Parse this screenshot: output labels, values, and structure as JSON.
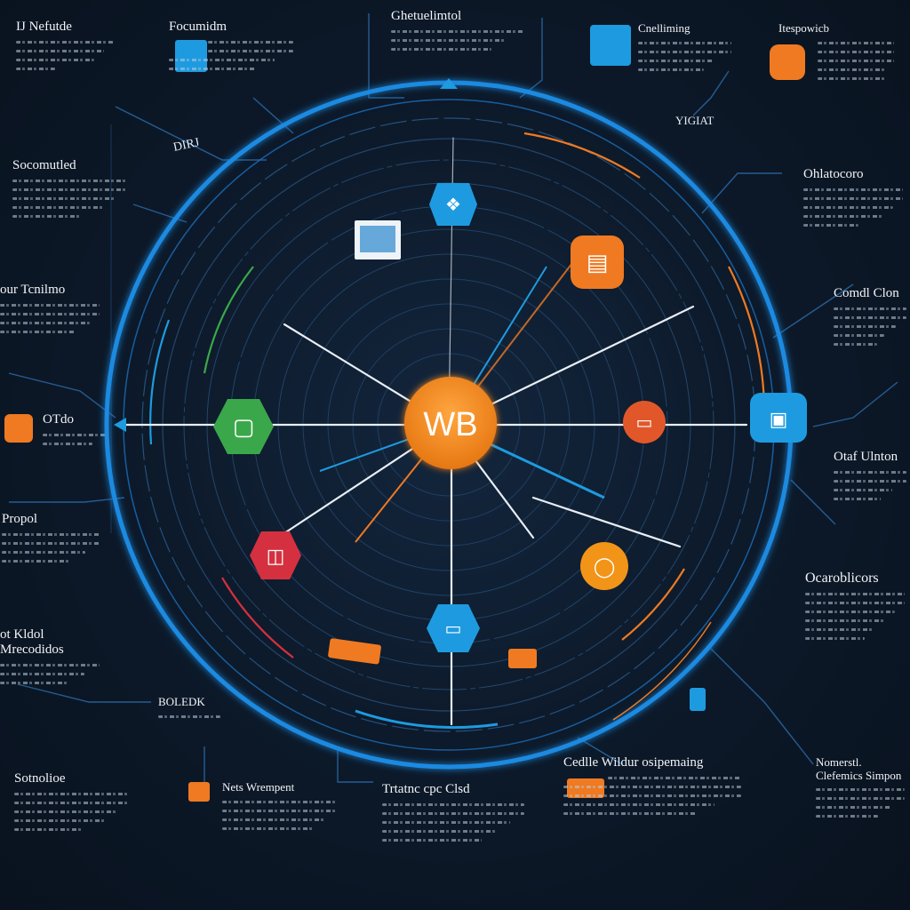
{
  "center": {
    "label": "WB",
    "color": "#f28c1e"
  },
  "palette": {
    "blue": "#1e9be0",
    "orange": "#ef7a22",
    "green": "#3aa84a",
    "red": "#d5303f",
    "ring": "#1b7fd4"
  },
  "nodes": [
    {
      "id": "top",
      "color": "#1e9be0",
      "icon": "puzzle-icon"
    },
    {
      "id": "upper-right",
      "color": "#ef7a22",
      "icon": "document-icon"
    },
    {
      "id": "right",
      "color": "#e2572a",
      "icon": "monitor-icon"
    },
    {
      "id": "far-right",
      "color": "#1e9be0",
      "icon": "chat-icon"
    },
    {
      "id": "lower-right",
      "color": "#f29418",
      "icon": "bulb-icon"
    },
    {
      "id": "bottom",
      "color": "#1e9be0",
      "icon": "laptop-icon"
    },
    {
      "id": "lower-left",
      "color": "#d5303f",
      "icon": "chart-icon"
    },
    {
      "id": "left",
      "color": "#3aa84a",
      "icon": "chat-bubble-icon"
    },
    {
      "id": "upper-left",
      "color": "#eef3f8",
      "icon": "screenshot-icon"
    }
  ],
  "panels": {
    "top_left": "IJ Nefutde",
    "top_mid_left": "Focumidm",
    "top_center": "Ghetuelimtol",
    "top_mid_right": "Cnelliming",
    "top_right": "Itespowicb",
    "left_1": "Socomutled",
    "left_2": "our Tcnilmo",
    "left_3": "OTdo",
    "left_4": "Propol",
    "left_5": "ot Kldol",
    "left_5b": "Mrecodidos",
    "left_6": "BOLEDK",
    "right_1": "Ohlatocoro",
    "right_2": "Comdl Clon",
    "right_3": "Otaf Ulnton",
    "right_4": "Ocaroblicors",
    "bottom_left": "Sotnolioe",
    "bottom_mid_left": "Nets Wrempent",
    "bottom_center": "Trtatnc cpc Clsd",
    "bottom_mid_right": "Cedlle Wildur osipemaing",
    "bottom_right": "Nomerstl. Clefemics Simpon",
    "ring_label_1": "DIRJ",
    "ring_label_2": "YIGIAT"
  }
}
